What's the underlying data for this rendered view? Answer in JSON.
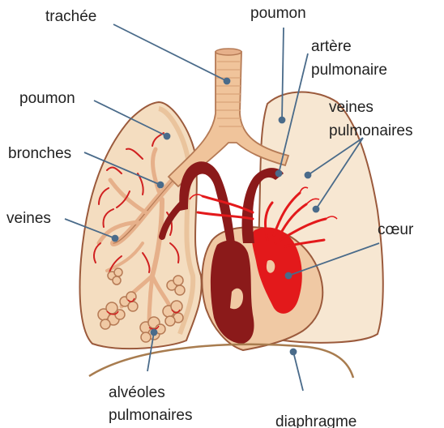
{
  "labels": {
    "trachea": "trachée",
    "lung_left": "poumon",
    "lung_right": "poumon",
    "pulmonary_artery_line1": "artère",
    "pulmonary_artery_line2": "pulmonaire",
    "pulmonary_veins_line1": "veines",
    "pulmonary_veins_line2": "pulmonaires",
    "bronchi": "bronches",
    "veins": "veines",
    "heart": "cœur",
    "alveoli_line1": "alvéoles",
    "alveoli_line2": "pulmonaires",
    "diaphragm": "diaphragme"
  },
  "colors": {
    "lung_fill": "#f4ddc0",
    "lung_outline": "#9b5a3c",
    "lung_right_fill": "#f7e7d2",
    "trachea_fill": "#f0c49b",
    "airway_outline": "#b57a55",
    "heart_fill": "#f0c9a4",
    "heart_dark": "#8b1a1a",
    "blood_red": "#e3191b",
    "leader_line": "#4a6b8a",
    "diaphragm": "#a87c4f"
  }
}
